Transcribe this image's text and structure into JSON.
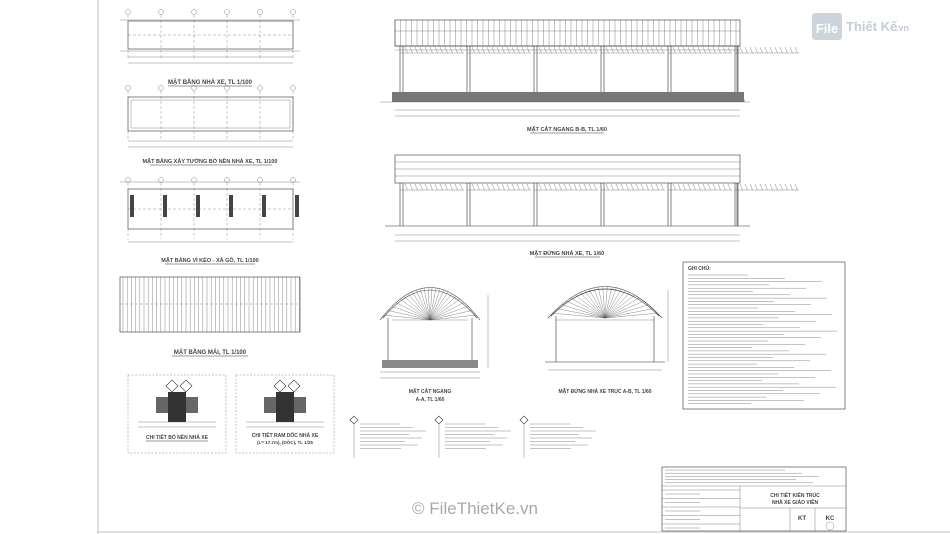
{
  "logo": {
    "file": "File",
    "rest": "Thiết Kế",
    "domain": ".vn"
  },
  "watermark": "© FileThietKe.vn",
  "plans": {
    "parking_plan": "MẶT BẰNG NHÀ XE, TL 1/100",
    "wall_plan": "MẶT BẰNG XÂY TƯỜNG BÓ NỀN NHÀ XE, TL 1/100",
    "purlin_plan": "MẶT BẰNG VÌ KÈO - XÀ GỒ, TL 1/100",
    "roof_plan": "MẶT BẰNG MÁI, TL 1/100"
  },
  "elevations": {
    "section_bb": "MẶT CẮT NGANG B-B, TL 1/60",
    "front_elevation": "MẶT ĐỨNG NHÀ XE, TL 1/60",
    "section_aa_line1": "MẶT CẮT NGANG",
    "section_aa_line2": "A-A, TL 1/60",
    "side_elevation": "MẶT ĐỨNG NHÀ XE TRỤC A-B, TL 1/60"
  },
  "details": {
    "floor_detail": "CHI TIẾT BÓ NỀN NHÀ XE",
    "ramp_detail": "CHI TIẾT RAM DỐC NHÀ XE",
    "ramp_detail_sub": "(L= 17.7m), (DỐC), TL 1/25"
  },
  "notes_title": "GHI CHÚ:",
  "title_block": {
    "drawing_title_line1": "CHI TIẾT KIẾN TRÚC",
    "drawing_title_line2": "NHÀ XE GIÁO VIÊN",
    "sheet_code": "KT",
    "sheet_no": "KC"
  }
}
